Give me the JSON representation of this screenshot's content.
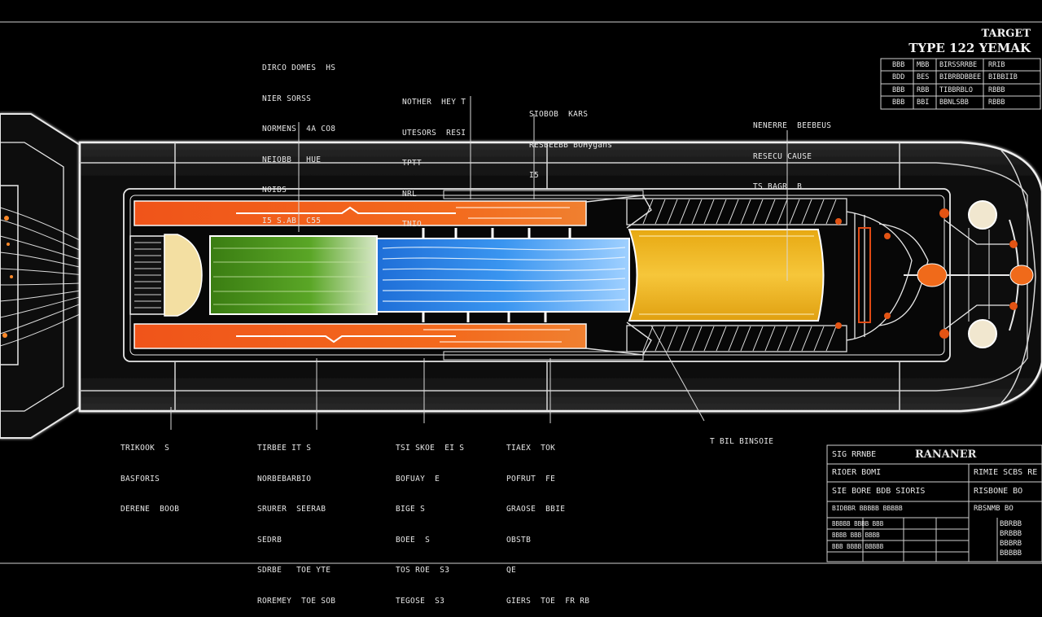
{
  "title": {
    "line1": "TARGET",
    "line2": "TYPE 122 YEMAK"
  },
  "callouts_top": [
    {
      "id": "a",
      "lines": [
        "DIRCO DOMES  HS",
        "NIER SORSS",
        "NORMENS  4A CO8",
        "NEIOBB   HUE",
        "NOIBS",
        "I5 S.AB  C55"
      ]
    },
    {
      "id": "b",
      "lines": [
        "NOTHER  HEY T",
        "UTESORS  RESI",
        "TPTT",
        "NRL",
        "TNIO"
      ]
    },
    {
      "id": "c",
      "lines": [
        "SIOBOB  KARS",
        "RESBEEBB BOHygans",
        "I5"
      ]
    },
    {
      "id": "d",
      "lines": [
        "NENERRE  BEEBEUS",
        "RESECU CAUSE",
        "TS BAGR  B"
      ]
    }
  ],
  "callouts_bottom": [
    {
      "id": "e",
      "lines": [
        "TRIKOOK  S",
        "BASFORIS",
        "DERENE  BOOB"
      ]
    },
    {
      "id": "f",
      "lines": [
        "TIRBEE IT S",
        "NORBEBARBIO",
        "SRURER  SEERAB",
        "SEDRB",
        "SDRBE   TOE YTE",
        "ROREMEY  TOE SOB"
      ]
    },
    {
      "id": "g",
      "lines": [
        "TSI SKOE  EI S",
        "BOFUAY  E",
        "BIGE S",
        "BOEE  S",
        "TOS ROE  S3",
        "TEGOSE  S3"
      ]
    },
    {
      "id": "h",
      "lines": [
        "TIAEX  TOK",
        "POFRUT  FE",
        "GRAOSE  BBIE",
        "OBSTB",
        "QE",
        "GIERS  TOE  FR RB"
      ]
    },
    {
      "id": "i",
      "lines": [
        "T BIL BINSOIE"
      ]
    }
  ],
  "table_top": {
    "rows": [
      [
        "BBB",
        "MBB",
        "BIRSSRRBE",
        "RRIB"
      ],
      [
        "BDD",
        "BES",
        "BIBRBDBBEE",
        "BIBBIIB"
      ],
      [
        "BBB",
        "RBB",
        "TIBBRBLO",
        "RBBB"
      ],
      [
        "BBB",
        "BBI",
        "BBNLSBB",
        "RBBB"
      ]
    ]
  },
  "title_block": {
    "head_left": "SIG RRNBE",
    "head_right": "RANANER",
    "row1_left": "RIOER  BOMI",
    "row1_right": "RIMIE SCBS  RE",
    "row2_left": "SIE  BORE  BDB  SIORIS",
    "row2_right": "RISBONE  BO",
    "row3_left": "BIDBBR  BBBBB  BBBBB",
    "row3_right": "RBSNMB   BO",
    "grid_left": [
      "BBBBB BBBB BBB",
      "BBBB BBB BBBB",
      "BBB BBBB BBBBB"
    ],
    "grid_right": [
      "BBRBB",
      "BRBBB",
      "BBBRB",
      "BBBBB"
    ]
  },
  "colors": {
    "background": "#000000",
    "outline": "#d9d9d9",
    "orange": "#f05a14",
    "green": "#4e9a1e",
    "blue": "#2f86e8",
    "yellow": "#f0b91e",
    "cream": "#f6e3a8"
  }
}
